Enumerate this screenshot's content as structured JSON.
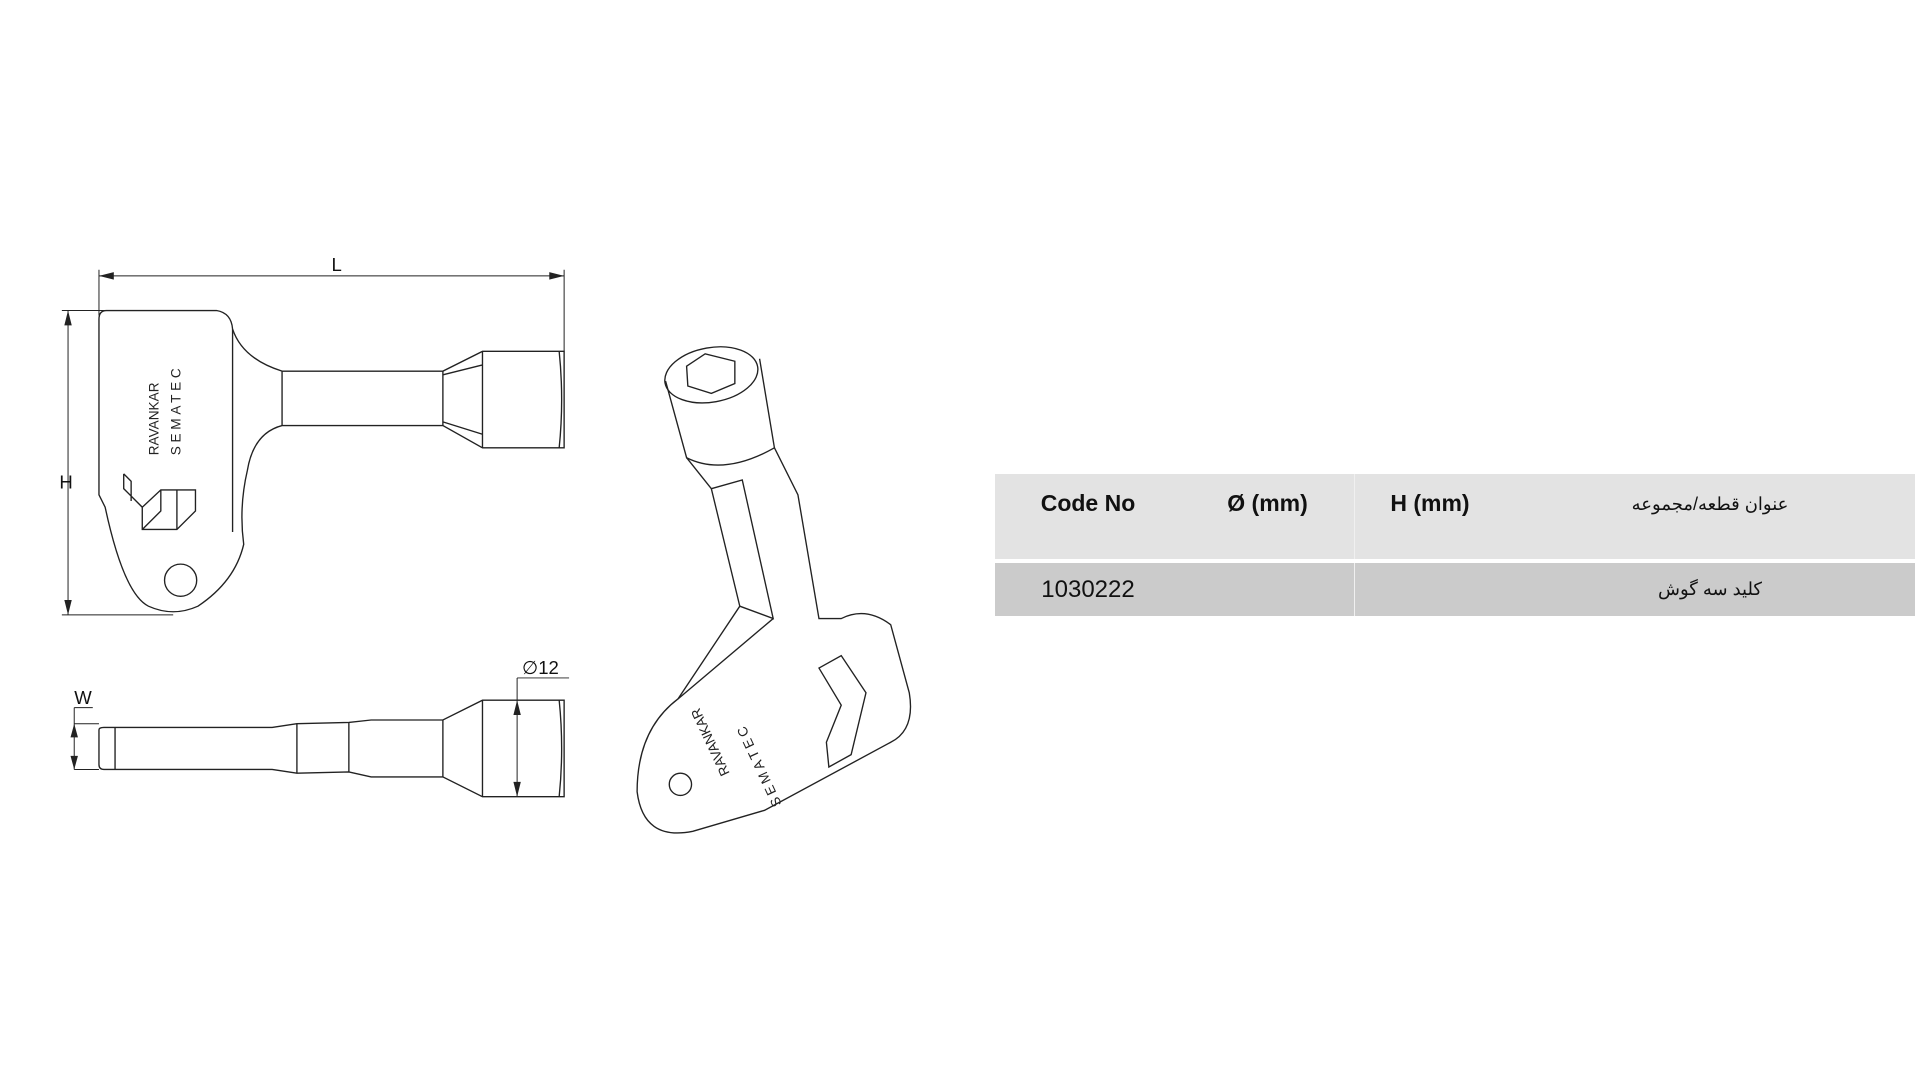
{
  "drawing": {
    "dimension_labels": {
      "length": "L",
      "height": "H",
      "width": "W",
      "diameter": "∅12"
    },
    "logo": {
      "brand": "RAVANKAR",
      "sub": "SEMATEC"
    }
  },
  "table": {
    "headers": {
      "code": "Code No",
      "diameter": "Ø (mm)",
      "height": "H (mm)",
      "title": "عنوان قطعه/مجموعه"
    },
    "rows": [
      {
        "code": "1030222",
        "diameter": "",
        "height": "",
        "title": "کلید سه گوش"
      }
    ]
  }
}
